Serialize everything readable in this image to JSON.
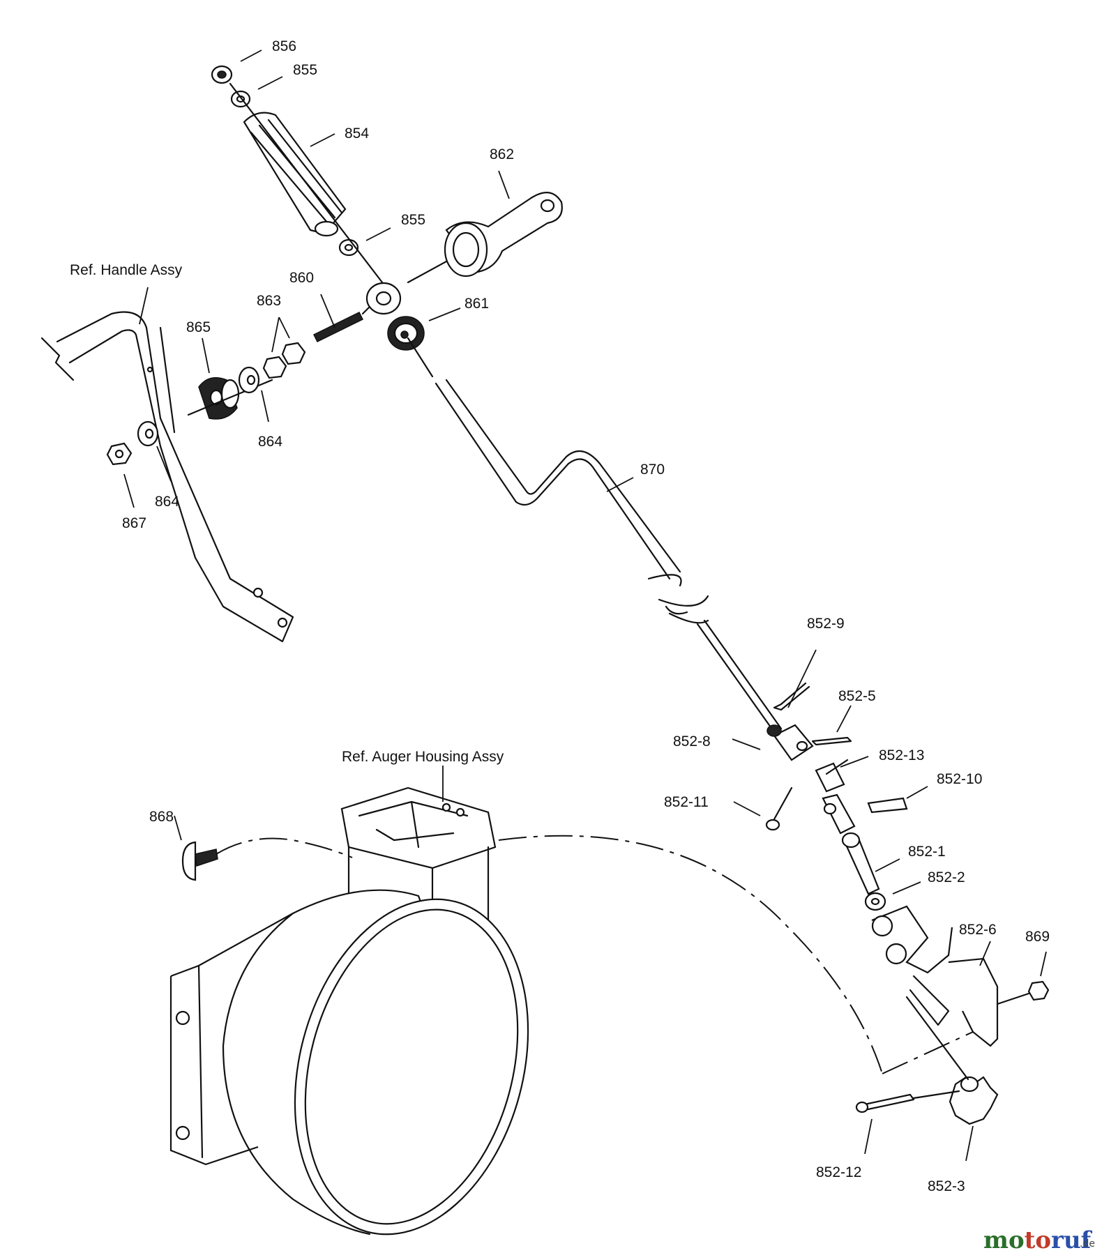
{
  "labels": {
    "856": "856",
    "855_top": "855",
    "854": "854",
    "862": "862",
    "855_mid": "855",
    "ref_handle_assy": "Ref. Handle Assy",
    "860": "860",
    "863": "863",
    "861": "861",
    "865": "865",
    "864_upper": "864",
    "864_lower": "864",
    "867": "867",
    "870": "870",
    "852_9": "852-9",
    "852_5": "852-5",
    "852_8": "852-8",
    "852_13": "852-13",
    "852_10": "852-10",
    "852_11": "852-11",
    "ref_auger_housing_assy": "Ref. Auger Housing Assy",
    "868": "868",
    "852_1": "852-1",
    "852_2": "852-2",
    "852_6": "852-6",
    "869": "869",
    "852_12": "852-12",
    "852_3": "852-3"
  },
  "watermark": "motoruf.de"
}
